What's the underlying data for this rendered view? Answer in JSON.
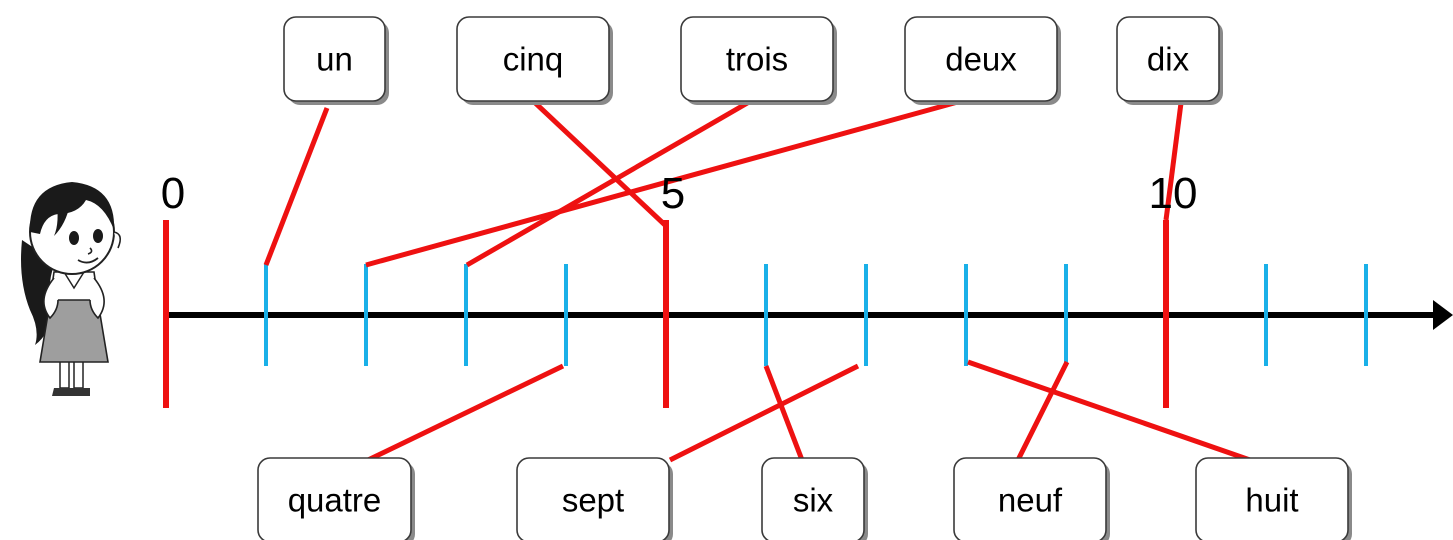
{
  "number_line": {
    "major_labels": [
      {
        "value": 0,
        "text": "0"
      },
      {
        "value": 5,
        "text": "5"
      },
      {
        "value": 10,
        "text": "10"
      }
    ],
    "minor_ticks": [
      1,
      2,
      3,
      4,
      6,
      7,
      8,
      9,
      11,
      12
    ],
    "axis_color": "#000000",
    "major_tick_color": "#ee1111",
    "minor_tick_color": "#1ab0e8",
    "connector_color": "#ee1111"
  },
  "words_top": [
    {
      "text": "un",
      "value": 1
    },
    {
      "text": "cinq",
      "value": 5
    },
    {
      "text": "trois",
      "value": 3
    },
    {
      "text": "deux",
      "value": 2
    },
    {
      "text": "dix",
      "value": 10
    }
  ],
  "words_bottom": [
    {
      "text": "quatre",
      "value": 4
    },
    {
      "text": "sept",
      "value": 7
    },
    {
      "text": "six",
      "value": 6
    },
    {
      "text": "neuf",
      "value": 9
    },
    {
      "text": "huit",
      "value": 8
    }
  ],
  "illustration": {
    "icon": "girl-character-icon"
  }
}
